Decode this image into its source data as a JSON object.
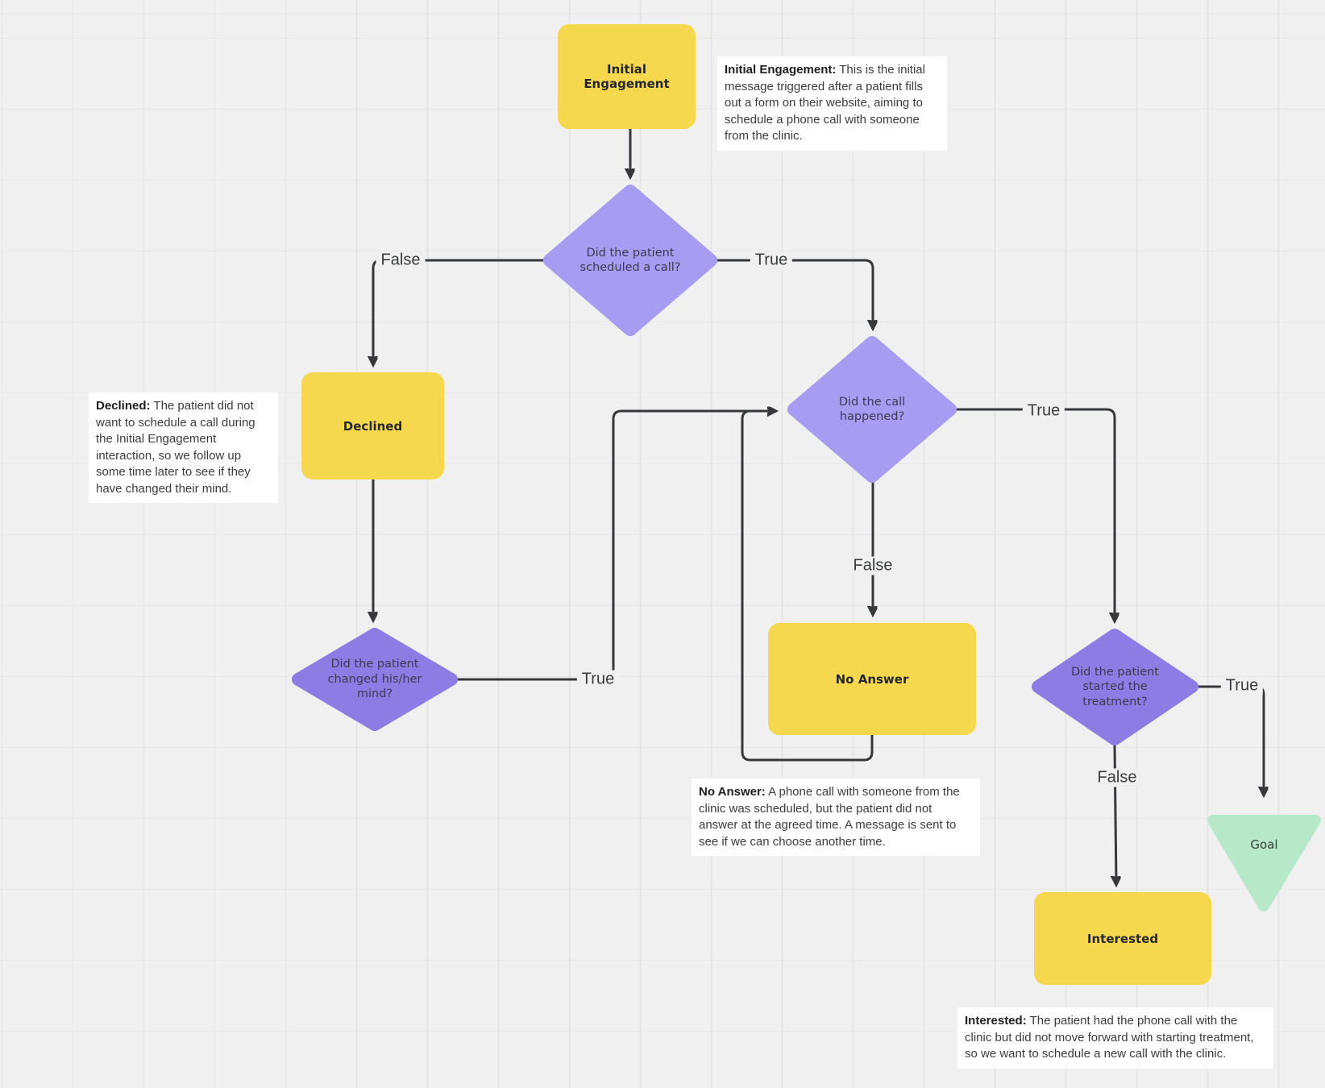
{
  "canvas": {
    "background": "#F0F0F1",
    "grid_color": "#E3E3E6"
  },
  "colors": {
    "process_fill": "#F6D84F",
    "decision_light_fill": "#A69CF1",
    "decision_dark_fill": "#8C7CE4",
    "goal_fill": "#B7E8C9",
    "connector": "#36383B",
    "annotation_bg": "#FFFFFF"
  },
  "nodes": {
    "initial_engagement": {
      "type": "process",
      "label": "Initial Engagement"
    },
    "scheduled_call": {
      "type": "decision",
      "label": "Did the patient scheduled a call?"
    },
    "declined": {
      "type": "process",
      "label": "Declined"
    },
    "call_happened": {
      "type": "decision",
      "label": "Did the call happened?"
    },
    "no_answer": {
      "type": "process",
      "label": "No Answer"
    },
    "changed_mind": {
      "type": "decision",
      "label": "Did the patient changed his/her mind?"
    },
    "started_treatment": {
      "type": "decision",
      "label": "Did the patient started the treatment?"
    },
    "interested": {
      "type": "process",
      "label": "Interested"
    },
    "goal": {
      "type": "terminal",
      "label": "Goal"
    }
  },
  "edge_labels": {
    "scheduled_false": "False",
    "scheduled_true": "True",
    "call_false": "False",
    "call_true": "True",
    "changed_true": "True",
    "started_true": "True",
    "started_false": "False"
  },
  "annotations": {
    "initial_engagement": {
      "lead": "Initial Engagement:",
      "body": " This is the initial message triggered after a patient fills out a form on their website, aiming to schedule a phone call with someone from the clinic."
    },
    "declined": {
      "lead": "Declined:",
      "body": " The patient did not want to schedule a call during the Initial Engagement interaction, so we follow up some time later to see if they have changed their mind."
    },
    "no_answer": {
      "lead": "No Answer:",
      "body": " A phone call with someone from the clinic was scheduled, but the patient did not answer at the agreed time. A message is sent to see if we can choose another time."
    },
    "interested": {
      "lead": "Interested:",
      "body": " The patient had the phone call with the clinic but did not move forward with starting treatment, so we want to schedule a new call with the clinic."
    }
  }
}
